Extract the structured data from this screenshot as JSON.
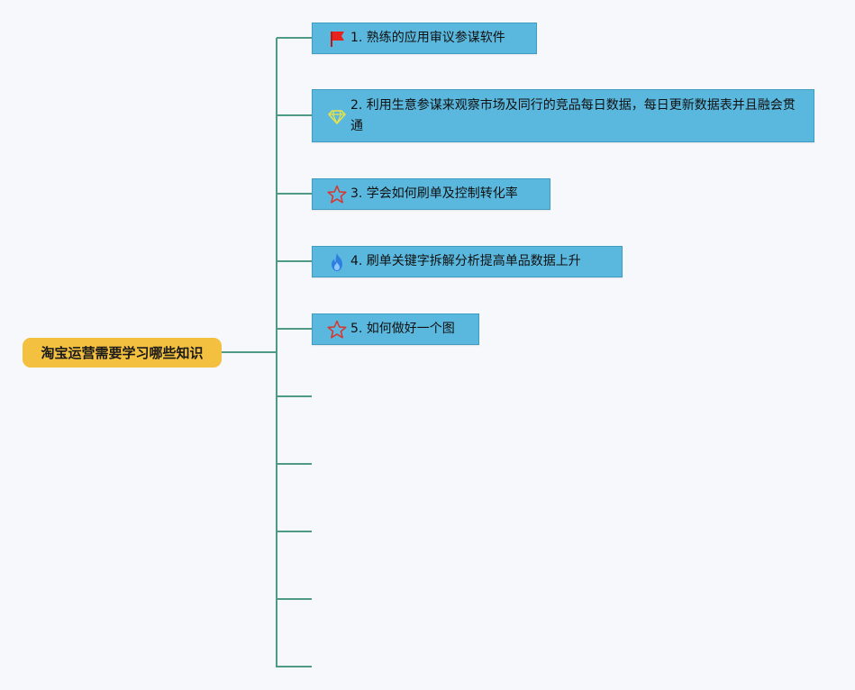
{
  "diagram": {
    "root": {
      "label": "淘宝运营需要学习哪些知识"
    },
    "branches": [
      {
        "label": "1. 熟练的应用审议参谋软件",
        "icon": "red-flag-icon"
      },
      {
        "label": "2. 利用生意参谋来观察市场及同行的竞品每日数据，每日更新数据表并且融会贯通",
        "icon": "diamond-icon"
      },
      {
        "label": "3. 学会如何刷单及控制转化率",
        "icon": "star-outline-icon"
      },
      {
        "label": "4. 刷单关键字拆解分析提高单品数据上升",
        "icon": "fire-icon"
      },
      {
        "label": "5. 如何做好一个图",
        "icon": "star-outline-icon"
      }
    ],
    "empty_branch_count": 5,
    "colors": {
      "background": "#f7f8fc",
      "root_fill": "#f4c03f",
      "node_fill": "#5ab8de",
      "node_border": "#3f9dc1",
      "connector": "#4e9a84",
      "flag": "#e8231d",
      "diamond": "#e6e24a",
      "star": "#d9342b",
      "fire": "#2f7fe0"
    }
  }
}
